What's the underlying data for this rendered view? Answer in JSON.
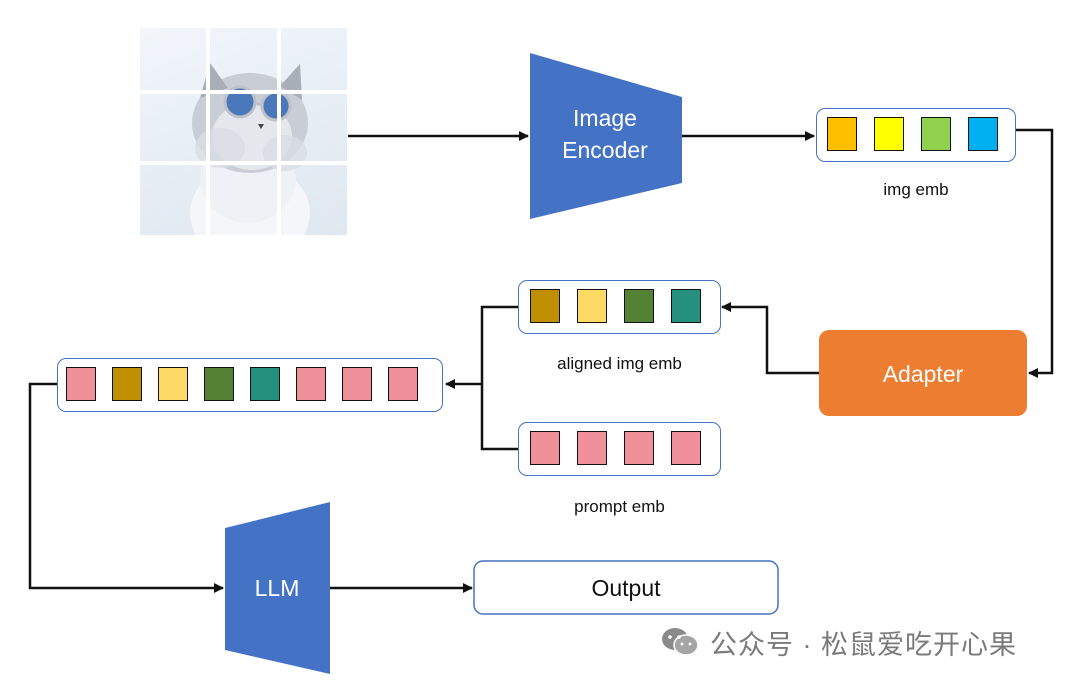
{
  "encoder": {
    "label_line1": "Image",
    "label_line2": "Encoder",
    "color": "#4472c4"
  },
  "img_emb": {
    "caption": "img emb",
    "tokens": [
      "#ffbf00",
      "#ffff00",
      "#92d050",
      "#00b0f0"
    ]
  },
  "adapter": {
    "label": "Adapter",
    "color": "#ed7d31"
  },
  "aligned_emb": {
    "caption": "aligned img emb",
    "tokens": [
      "#bf8f00",
      "#ffd966",
      "#548235",
      "#26907f"
    ]
  },
  "prompt_emb": {
    "caption": "prompt emb",
    "tokens": [
      "#f0909a",
      "#f0909a",
      "#f0909a",
      "#f0909a"
    ]
  },
  "combined_emb": {
    "tokens": [
      "#f0909a",
      "#bf8f00",
      "#ffd966",
      "#548235",
      "#26907f",
      "#f0909a",
      "#f0909a",
      "#f0909a"
    ]
  },
  "llm": {
    "label": "LLM",
    "color": "#4472c4"
  },
  "output": {
    "label": "Output"
  },
  "watermark": {
    "text": "公众号 · 松鼠爱吃开心果",
    "icon": "wechat-icon"
  },
  "input_image": {
    "icon": "cat-with-sunglasses-photo"
  }
}
